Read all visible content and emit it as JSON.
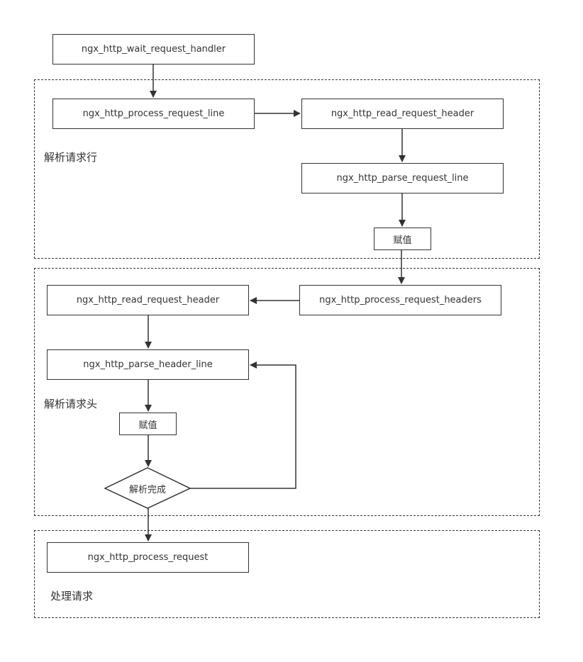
{
  "nodes": {
    "wait_handler": "ngx_http_wait_request_handler",
    "process_request_line": "ngx_http_process_request_line",
    "read_request_header_1": "ngx_http_read_request_header",
    "parse_request_line": "ngx_http_parse_request_line",
    "assign_1": "赋值",
    "process_request_headers": "ngx_http_process_request_headers",
    "read_request_header_2": "ngx_http_read_request_header",
    "parse_header_line": "ngx_http_parse_header_line",
    "assign_2": "赋值",
    "parse_done": "解析完成",
    "process_request": "ngx_http_process_request"
  },
  "groups": {
    "parse_request_line_label": "解析请求行",
    "parse_request_headers_label": "解析请求头",
    "handle_request_label": "处理请求"
  }
}
